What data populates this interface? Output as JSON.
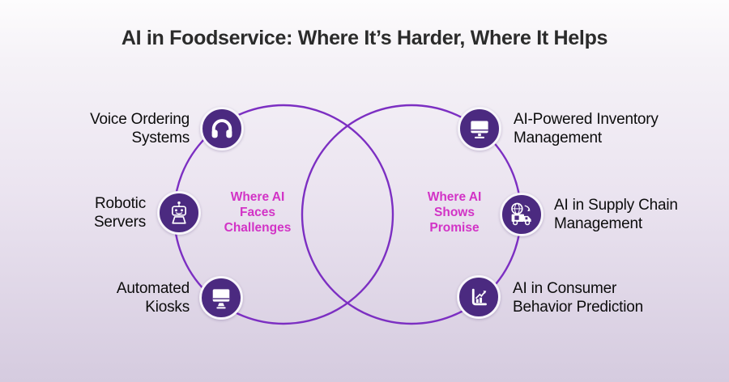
{
  "title": "AI in Foodservice: Where It’s Harder, Where It Helps",
  "colors": {
    "circle_stroke": "#7c2fc2",
    "badge_fill": "#4b2a80",
    "center_label_magenta": "#d233c6",
    "title_color": "#2b2b2b",
    "background_top": "#fdfcfd",
    "background_bottom": "#d5cbdf"
  },
  "venn": {
    "left": {
      "center_label_lines": [
        "Where AI",
        "Faces",
        "Challenges"
      ],
      "items": [
        {
          "icon": "headphones-icon",
          "label_lines": [
            "Voice Ordering",
            "Systems"
          ]
        },
        {
          "icon": "robot-icon",
          "label_lines": [
            "Robotic",
            "Servers"
          ]
        },
        {
          "icon": "kiosk-monitor-icon",
          "label_lines": [
            "Automated",
            "Kiosks"
          ]
        }
      ]
    },
    "right": {
      "center_label_lines": [
        "Where AI",
        "Shows",
        "Promise"
      ],
      "items": [
        {
          "icon": "desktop-monitor-icon",
          "label_lines": [
            "AI-Powered Inventory",
            "Management"
          ]
        },
        {
          "icon": "delivery-truck-globe-icon",
          "label_lines": [
            "AI in Supply Chain",
            "Management"
          ]
        },
        {
          "icon": "growth-chart-icon",
          "label_lines": [
            "AI in Consumer",
            "Behavior Prediction"
          ]
        }
      ]
    }
  }
}
